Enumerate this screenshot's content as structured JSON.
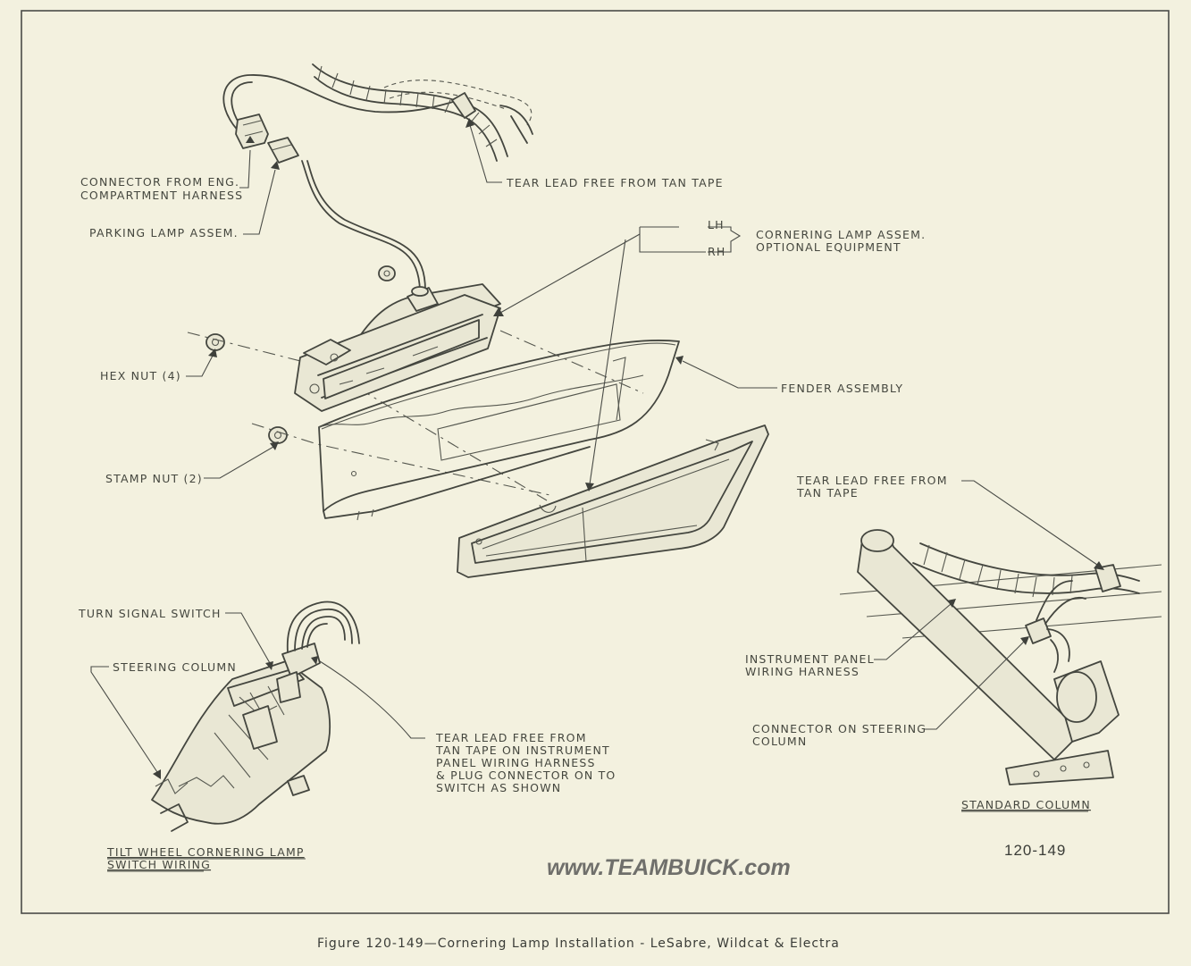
{
  "labels": {
    "connector_eng_1": "CONNECTOR FROM ENG.",
    "connector_eng_2": "COMPARTMENT HARNESS",
    "tear_lead_tan_tape_top": "TEAR LEAD FREE FROM TAN TAPE",
    "parking_lamp": "PARKING LAMP ASSEM.",
    "lh": "LH",
    "rh": "RH",
    "cornering_lamp_1": "CORNERING LAMP ASSEM.",
    "cornering_lamp_2": "OPTIONAL EQUIPMENT",
    "hex_nut": "HEX NUT (4)",
    "fender_assembly": "FENDER ASSEMBLY",
    "stamp_nut": "STAMP NUT (2)",
    "tear_lead_right_1": "TEAR LEAD FREE FROM",
    "tear_lead_right_2": "TAN TAPE",
    "turn_signal_switch": "TURN SIGNAL SWITCH",
    "steering_column": "STEERING COLUMN",
    "instrument_panel_1": "INSTRUMENT PANEL",
    "instrument_panel_2": "WIRING HARNESS",
    "tear_lead_left_1": "TEAR LEAD FREE FROM",
    "tear_lead_left_2": "TAN TAPE ON INSTRUMENT",
    "tear_lead_left_3": "PANEL WIRING HARNESS",
    "tear_lead_left_4": "& PLUG CONNECTOR ON TO",
    "tear_lead_left_5": "SWITCH AS SHOWN",
    "connector_steering_1": "CONNECTOR ON STEERING",
    "connector_steering_2": "COLUMN",
    "standard_column": "STANDARD COLUMN",
    "tilt_wheel_1": "TILT WHEEL CORNERING LAMP",
    "tilt_wheel_2": "SWITCH WIRING"
  },
  "figure_number": "120-149",
  "watermark": "www.TEAMBUICK.com",
  "caption": "Figure 120-149—Cornering Lamp Installation - LeSabre, Wildcat & Electra"
}
